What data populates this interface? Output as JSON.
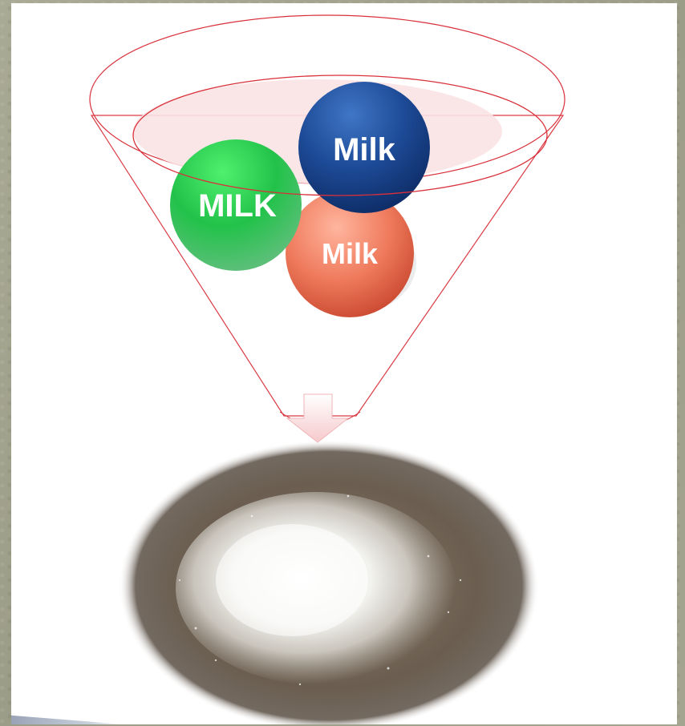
{
  "balls": [
    {
      "label": "Milk",
      "color": "#ef7a5c"
    },
    {
      "label": "MILK",
      "color": "#22c24a"
    },
    {
      "label": "Milk",
      "color": "#1d4a96"
    }
  ],
  "colors": {
    "funnel_outline": "#d9303a",
    "funnel_fill": "#fbe3e4",
    "powder": "#f2f2ee",
    "table": "#6b5e50"
  }
}
